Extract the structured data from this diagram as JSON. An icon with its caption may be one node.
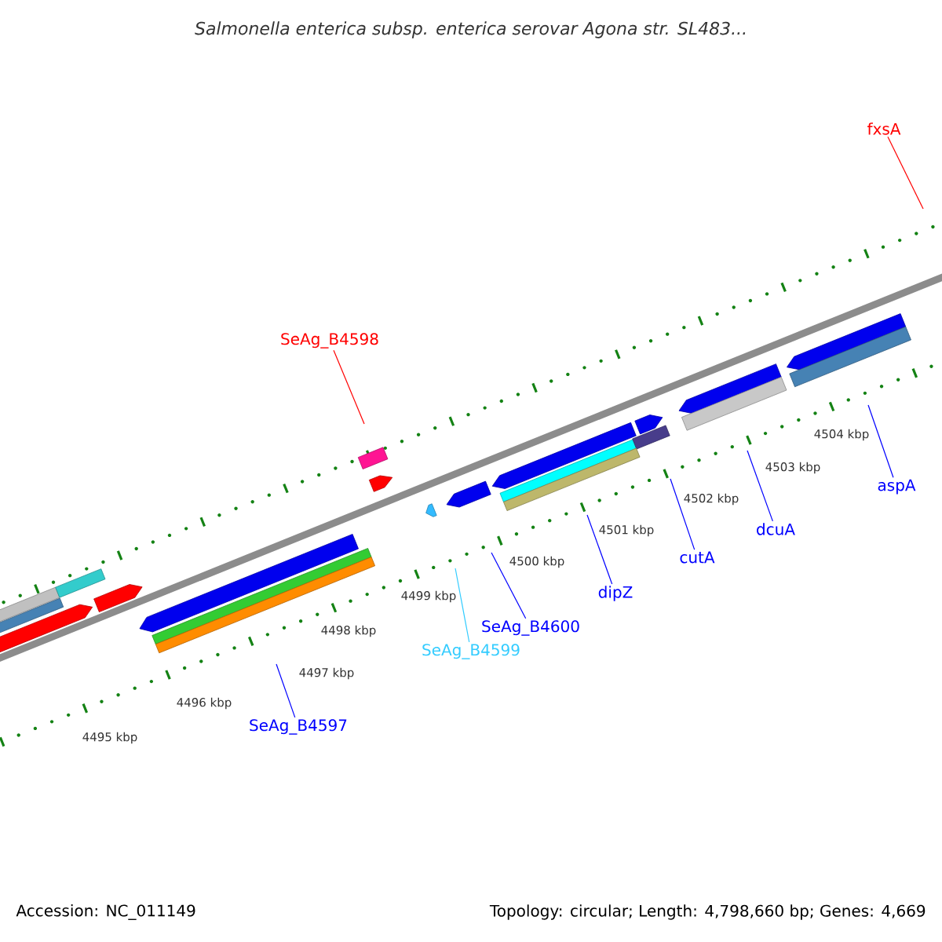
{
  "diagram": {
    "title": "Salmonella enterica subsp. enterica serovar Agona str. SL483...",
    "nodes": [
      {
        "text": [
          "SeAg_B4597"
        ]
      },
      {
        "text": [
          "SeAg_B4598"
        ]
      },
      {
        "text": [
          "SeAg_B4599"
        ]
      },
      {
        "text": [
          "SeAg_B4600"
        ]
      },
      {
        "text": [
          "dipZ"
        ]
      },
      {
        "text": [
          "cutA"
        ]
      },
      {
        "text": [
          "dcuA"
        ]
      },
      {
        "text": [
          "aspA"
        ]
      },
      {
        "text": [
          "fxsA"
        ]
      }
    ],
    "edges": [
      {
        "from": 0,
        "to": null,
        "arrow": "none"
      },
      {
        "from": 1,
        "to": null,
        "arrow": "none",
        "color": "#ff0000"
      },
      {
        "from": 2,
        "to": null,
        "arrow": "none",
        "color": "#33ccff"
      },
      {
        "from": 3,
        "to": null,
        "arrow": "none"
      },
      {
        "from": 4,
        "to": null,
        "arrow": "none"
      },
      {
        "from": 5,
        "to": null,
        "arrow": "none"
      },
      {
        "from": 6,
        "to": null,
        "arrow": "none"
      },
      {
        "from": 7,
        "to": null,
        "arrow": "none"
      },
      {
        "from": 8,
        "to": null,
        "arrow": "none",
        "color": "#ff0000"
      }
    ],
    "labels": [
      "4495 kbp",
      "4496 kbp",
      "4497 kbp",
      "4498 kbp",
      "4499 kbp",
      "4500 kbp",
      "4501 kbp",
      "4502 kbp",
      "4503 kbp",
      "4504 kbp",
      "Accession: NC_011149",
      "Topology: circular; Length: 4,798,660 bp; Genes: 4,669"
    ]
  }
}
